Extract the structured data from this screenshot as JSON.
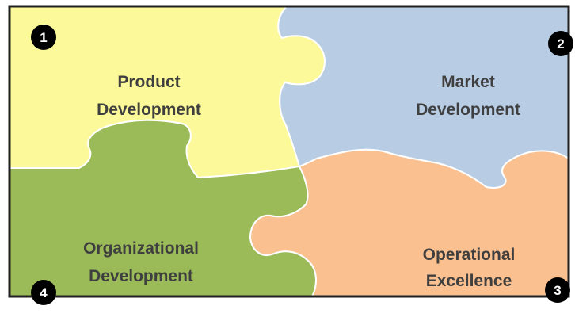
{
  "colors": {
    "product": "#fbf999",
    "market": "#b8cce4",
    "operational": "#fac090",
    "organizational": "#9bbb59",
    "border": "#1f1f1f",
    "seam": "#ffffff",
    "label": "#3f3f3f",
    "badge": "#000000"
  },
  "pieces": [
    {
      "id": "product",
      "number": "1",
      "line1": "Product",
      "line2": "Development"
    },
    {
      "id": "market",
      "number": "2",
      "line1": "Market",
      "line2": "Development"
    },
    {
      "id": "operational",
      "number": "3",
      "line1": "Operational",
      "line2": "Excellence"
    },
    {
      "id": "organizational",
      "number": "4",
      "line1": "Organizational",
      "line2": "Development"
    }
  ]
}
